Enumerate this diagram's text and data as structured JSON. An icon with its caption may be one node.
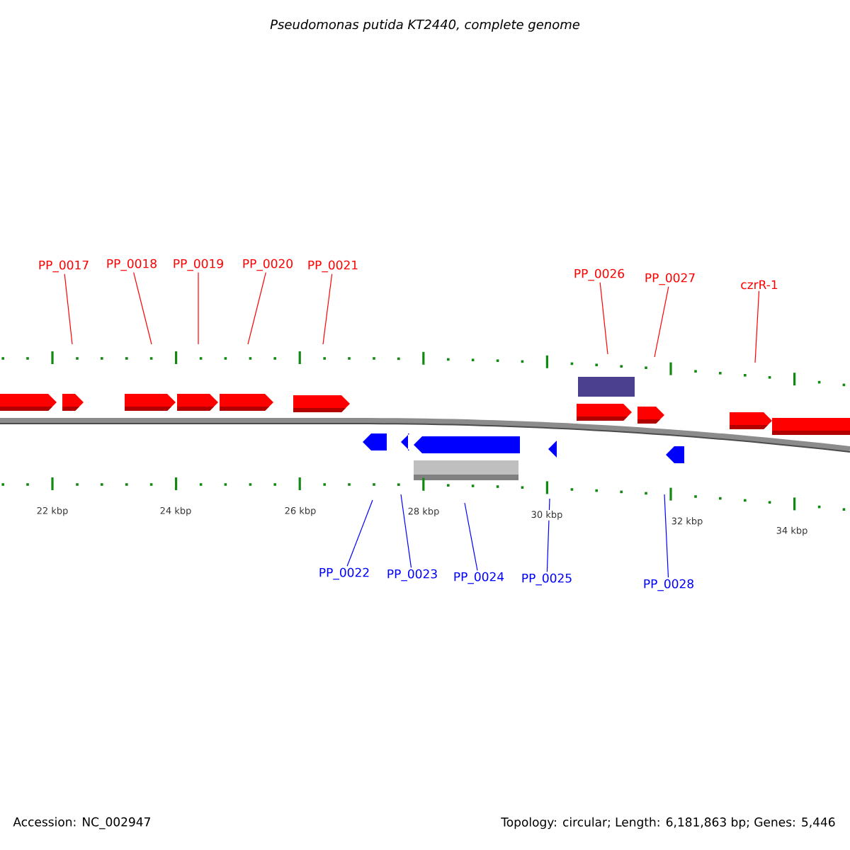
{
  "diagram": {
    "title": "Pseudomonas putida KT2440, complete genome",
    "nodes": [
      {
        "text": [
          "PP_0017"
        ]
      },
      {
        "text": [
          "PP_0018"
        ]
      },
      {
        "text": [
          "PP_0019"
        ]
      },
      {
        "text": [
          "PP_0020"
        ]
      },
      {
        "text": [
          "PP_0021"
        ]
      },
      {
        "text": [
          "PP_0026"
        ]
      },
      {
        "text": [
          "PP_0027"
        ]
      },
      {
        "text": [
          "czrR-1"
        ]
      },
      {
        "text": [
          "PP_0022"
        ]
      },
      {
        "text": [
          "PP_0023"
        ]
      },
      {
        "text": [
          "PP_0024"
        ]
      },
      {
        "text": [
          "PP_0025"
        ]
      },
      {
        "text": [
          "PP_0028"
        ]
      }
    ],
    "edges": [
      {
        "from": 0,
        "to": null,
        "arrow": "none"
      },
      {
        "from": 1,
        "to": null,
        "arrow": "none"
      },
      {
        "from": 2,
        "to": null,
        "arrow": "none"
      },
      {
        "from": 3,
        "to": null,
        "arrow": "none"
      },
      {
        "from": 4,
        "to": null,
        "arrow": "none"
      },
      {
        "from": 5,
        "to": null,
        "arrow": "none"
      },
      {
        "from": 6,
        "to": null,
        "arrow": "none"
      },
      {
        "from": 7,
        "to": null,
        "arrow": "none"
      },
      {
        "from": 8,
        "to": null,
        "arrow": "none",
        "color": "#0000ff"
      },
      {
        "from": 9,
        "to": null,
        "arrow": "none",
        "color": "#0000ff"
      },
      {
        "from": 10,
        "to": null,
        "arrow": "none",
        "color": "#0000ff"
      },
      {
        "from": 11,
        "to": null,
        "arrow": "none",
        "color": "#0000ff"
      },
      {
        "from": 12,
        "to": null,
        "arrow": "none",
        "color": "#0000ff"
      }
    ],
    "labels": [
      "22 kbp",
      "24 kbp",
      "26 kbp",
      "28 kbp",
      "30 kbp",
      "32 kbp",
      "34 kbp",
      "Accession: NC_002947",
      "Topology: circular; Length: 6,181,863 bp; Genes: 5,446"
    ]
  }
}
